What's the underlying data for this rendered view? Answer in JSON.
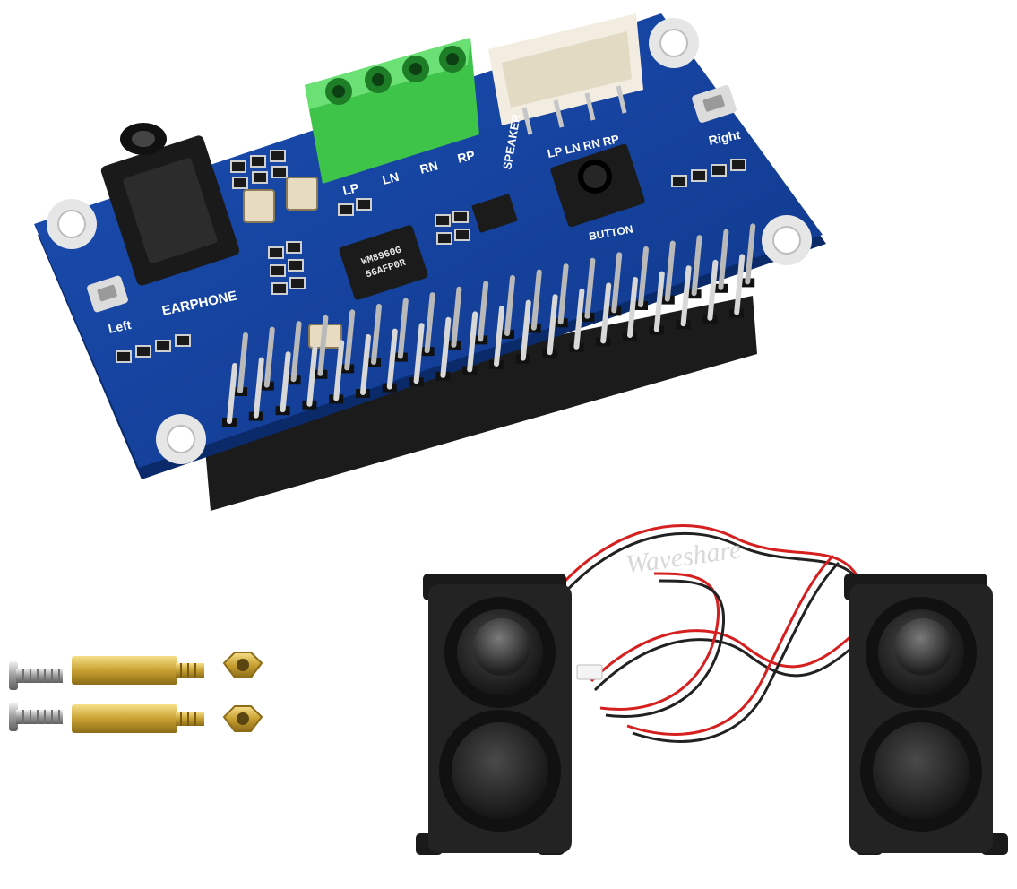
{
  "board": {
    "labels": {
      "earphone": "EARPHONE",
      "left": "Left",
      "right": "Right",
      "speaker": "SPEAKER",
      "button": "BUTTON",
      "terminal_lp": "LP",
      "terminal_ln": "LN",
      "terminal_rn": "RN",
      "terminal_rp": "RP",
      "header_row": "LP LN RN RP"
    },
    "chip_marking": {
      "line1": "WM8960G",
      "line2": "56AFP0R"
    },
    "colors": {
      "pcb": "#123f9a",
      "terminal_block": "#3fc44a",
      "connector": "#f2ede0"
    }
  },
  "watermark": "Waveshare",
  "accessories": {
    "screws": 2,
    "standoffs": 2,
    "nuts": 2,
    "speakers": 2
  }
}
